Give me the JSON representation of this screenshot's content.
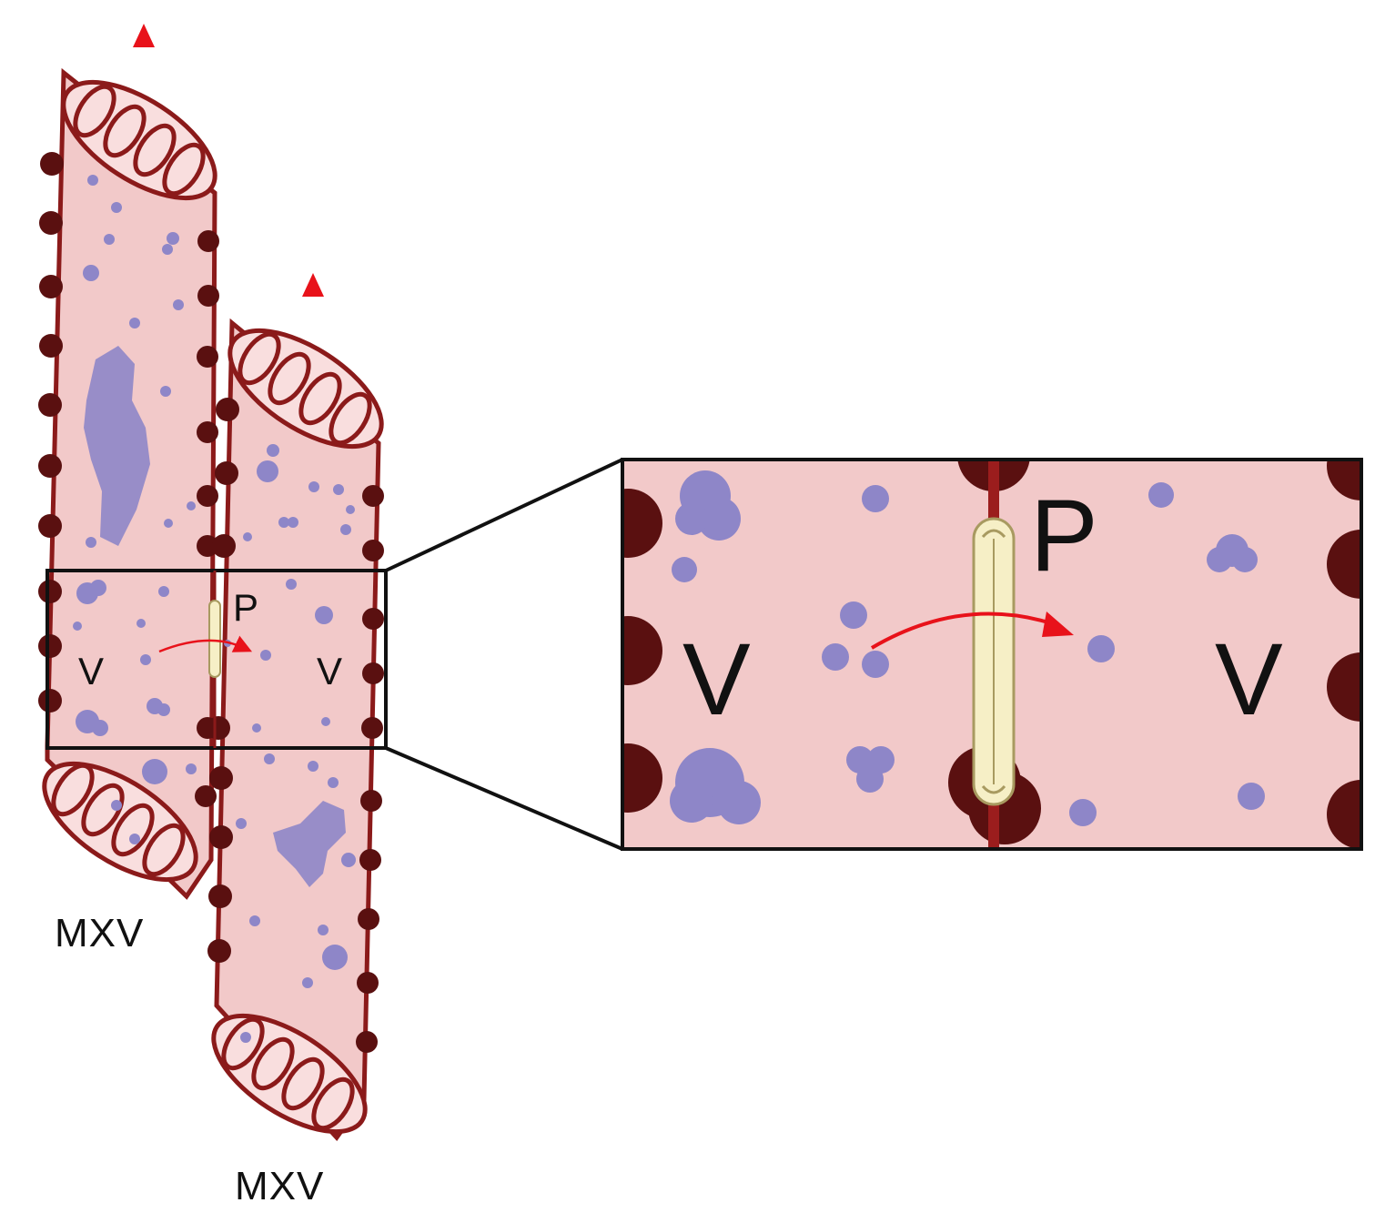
{
  "labels": {
    "left_vessel": "MXV",
    "right_vessel": "MXV",
    "overview_left_region": "V",
    "overview_right_region": "V",
    "overview_pore": "P",
    "zoom_left_region": "V",
    "zoom_right_region": "V",
    "zoom_pore": "P"
  },
  "colors": {
    "vessel_fill": "#f2c9c9",
    "vessel_wall": "#8b1a1a",
    "wall_nodule": "#5a1010",
    "particle": "#8e86c8",
    "pore": "#f6efc6",
    "pore_outline": "#a89a60",
    "arrow": "#e8121a",
    "frame": "#111111"
  },
  "icons": [
    "flow-arrow-icon",
    "pore-icon",
    "transfer-arrow-icon"
  ]
}
